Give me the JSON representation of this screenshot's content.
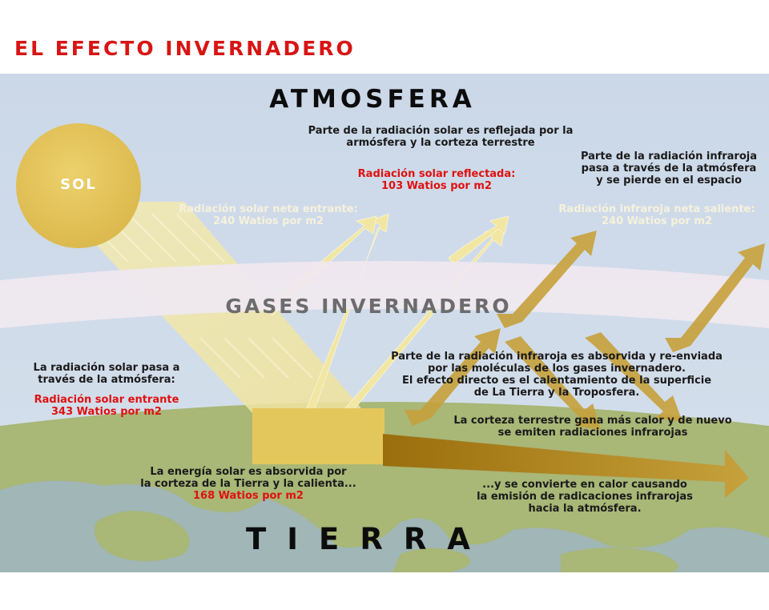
{
  "title": "EL EFECTO INVERNADERO",
  "labels": {
    "atmosphere": "ATMOSFERA",
    "gases": "GASES INVERNADERO",
    "earth": "TIERRA",
    "sun": "SOL"
  },
  "texts": {
    "reflected_desc_1": "Parte de la radiación solar es reflejada por la",
    "reflected_desc_2": "armósfera y la corteza terrestre",
    "reflected_label": "Radiación solar reflectada:",
    "reflected_value": "103 Watios por m2",
    "ir_escape_1": "Parte de la radiación infraroja",
    "ir_escape_2": "pasa a través de la atmósfera",
    "ir_escape_3": "y se pierde en el espacio",
    "net_in_label": "Radiación solar neta entrante:",
    "net_in_value": "240 Watios por m2",
    "net_out_label": "Radiación  infraroja neta saliente:",
    "net_out_value": "240 Watios por m2",
    "pass_1": "La radiación solar pasa a",
    "pass_2": "través de la atmósfera:",
    "incoming_label": "Radiación solar entrante",
    "incoming_value": "343 Watios por m2",
    "absorbed_ir_1": "Parte de la radiación infraroja es absorvida y re-enviada",
    "absorbed_ir_2": "por las moléculas de los gases invernadero.",
    "absorbed_ir_3": "El efecto directo es el calentamiento de la superficie",
    "absorbed_ir_4": "de La Tierra y la Troposfera.",
    "crust_heat_1": "La corteza terrestre gana más calor y de nuevo",
    "crust_heat_2": "se emiten radiaciones infrarojas",
    "absorbed_energy_1": "La energía solar es absorvida por",
    "absorbed_energy_2": "la corteza de la Tierra y la calienta...",
    "absorbed_energy_value": "168 Watios por m2",
    "heat_emission_1": "...y se convierte en calor causando",
    "heat_emission_2": "la emisión de radicaciones infrarojas",
    "heat_emission_3": "hacia la atmósfera."
  },
  "colors": {
    "title": "#d81414",
    "sky": "#cdd9e8",
    "sun": "#e4c55e",
    "gas_band": "#ede6ee",
    "ground": "#a8b676",
    "sea": "#9ab3c0",
    "beam": "#f1e6a2",
    "ir_arrow": "#c6a13c",
    "highlight_red": "#e01010"
  }
}
